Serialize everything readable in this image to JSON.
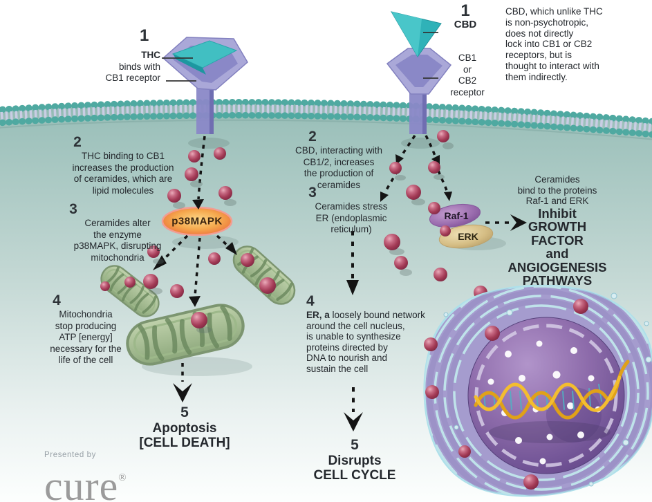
{
  "palette": {
    "membrane_teal": "#4fa9a1",
    "membrane_stems": "#c9cde4",
    "cytoplasm_teal": "#9dc1bb",
    "receptor_purple": "#8a88c7",
    "thc_cbd_teal": "#2fb2b8",
    "ceramide_red": "#a23a55",
    "p38_orange": "#f0953f",
    "raf_purple": "#9a6cae",
    "erk_tan": "#d5bd84",
    "mito_green": "#a8bf98",
    "nucleus_purple": "#6f5295",
    "dna_yellow": "#f3bd2f",
    "logo_gray": "#9b9b9b"
  },
  "steps": {
    "thc1": {
      "num": "1",
      "title": "THC",
      "lines": [
        "binds with",
        "CB1 receptor"
      ]
    },
    "thc2": {
      "num": "2",
      "lines": [
        "THC binding to CB1",
        "increases the production",
        "of ceramides, which are",
        "lipid molecules"
      ]
    },
    "thc3": {
      "num": "3",
      "lines": [
        "Ceramides alter",
        "the enzyme",
        "p38MAPK, disrupting",
        "mitochondria"
      ]
    },
    "thc4": {
      "num": "4",
      "lines": [
        "Mitochondria",
        "stop producing",
        "ATP [energy]",
        "necessary for the",
        "life of the cell"
      ]
    },
    "thc5": {
      "num": "5",
      "line1": "Apoptosis",
      "line2": "[CELL DEATH]"
    },
    "cbd1": {
      "num": "1",
      "title": "CBD",
      "receptor_lines": [
        "CB1",
        "or",
        "CB2",
        "receptor"
      ]
    },
    "cbd2": {
      "num": "2",
      "lines": [
        "CBD, interacting with",
        "CB1/2, increases",
        "the production of",
        "ceramides"
      ]
    },
    "cbd3": {
      "num": "3",
      "lines": [
        "Ceramides stress",
        "ER (endoplasmic",
        "reticulum)"
      ]
    },
    "cbd4": {
      "num": "4",
      "lead_bold": "ER, a",
      "line1_rest": " loosely bound network",
      "lines": [
        "around the cell nucleus,",
        "is unable to synthesize",
        "proteins directed by",
        "DNA to nourish and",
        "sustain the cell"
      ]
    },
    "cbd5": {
      "num": "5",
      "line1": "Disrupts",
      "line2": "CELL CYCLE"
    }
  },
  "cbd_note": {
    "lines": [
      "CBD, which unlike THC",
      "is non-psychotropic,",
      "does not directly",
      "lock into CB1 or CB2",
      "receptors, but is",
      "thought to interact with",
      "them indirectly."
    ]
  },
  "inhibit": {
    "intro_lines": [
      "Ceramides",
      "bind to the proteins",
      "Raf-1 and ERK"
    ],
    "bold_lines": [
      "Inhibit",
      "GROWTH",
      "FACTOR",
      "and",
      "ANGIOGENESIS",
      "PATHWAYS"
    ]
  },
  "proteins": {
    "p38": "p38MAPK",
    "raf": "Raf-1",
    "erk": "ERK"
  },
  "logo": {
    "presented_by": "Presented by",
    "brand": "cure",
    "reg": "®"
  }
}
